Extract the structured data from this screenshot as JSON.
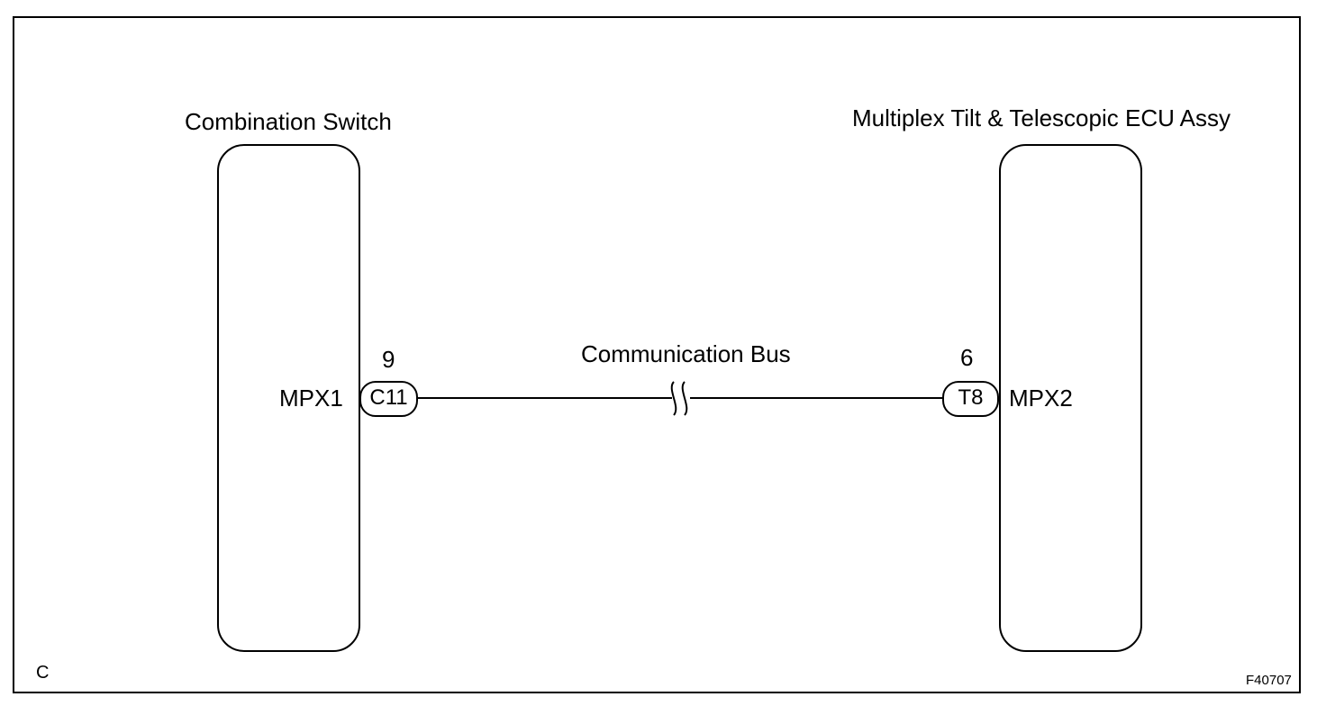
{
  "diagram": {
    "components": [
      {
        "title": "Combination Switch",
        "signal": "MPX1",
        "connector": "C11",
        "pin": "9"
      },
      {
        "title": "Multiplex Tilt & Telescopic ECU Assy",
        "signal": "MPX2",
        "connector": "T8",
        "pin": "6"
      }
    ],
    "bus_label": "Communication Bus",
    "corner_letter": "C",
    "figure_code": "F40707"
  }
}
